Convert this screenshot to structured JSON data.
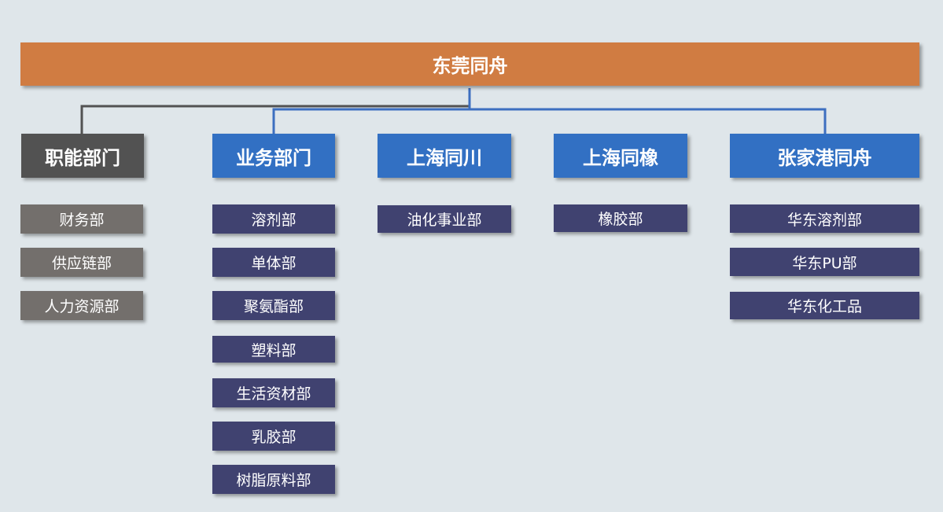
{
  "root": {
    "label": "东莞同舟"
  },
  "columns": [
    {
      "key": "functional",
      "head": "职能部门",
      "items": [
        "财务部",
        "供应链部",
        "人力资源部"
      ]
    },
    {
      "key": "business",
      "head": "业务部门",
      "items": [
        "溶剂部",
        "单体部",
        "聚氨酯部",
        "塑料部",
        "生活资材部",
        "乳胶部",
        "树脂原料部"
      ]
    },
    {
      "key": "shanghai-tongchuan",
      "head": "上海同川",
      "items": [
        "油化事业部"
      ]
    },
    {
      "key": "shanghai-tongxiang",
      "head": "上海同橡",
      "items": [
        "橡胶部"
      ]
    },
    {
      "key": "zhangjiagang-tongzhou",
      "head": "张家港同舟",
      "items": [
        "华东溶剂部",
        "华东PU部",
        "华东化工品"
      ]
    }
  ],
  "colors": {
    "root": "#d07c42",
    "head_gray": "#525252",
    "head_blue": "#3270c3",
    "item_gray": "#736f6c",
    "item_navy": "#404270",
    "connector_gray": "#525252",
    "connector_blue": "#3d6fc0"
  }
}
